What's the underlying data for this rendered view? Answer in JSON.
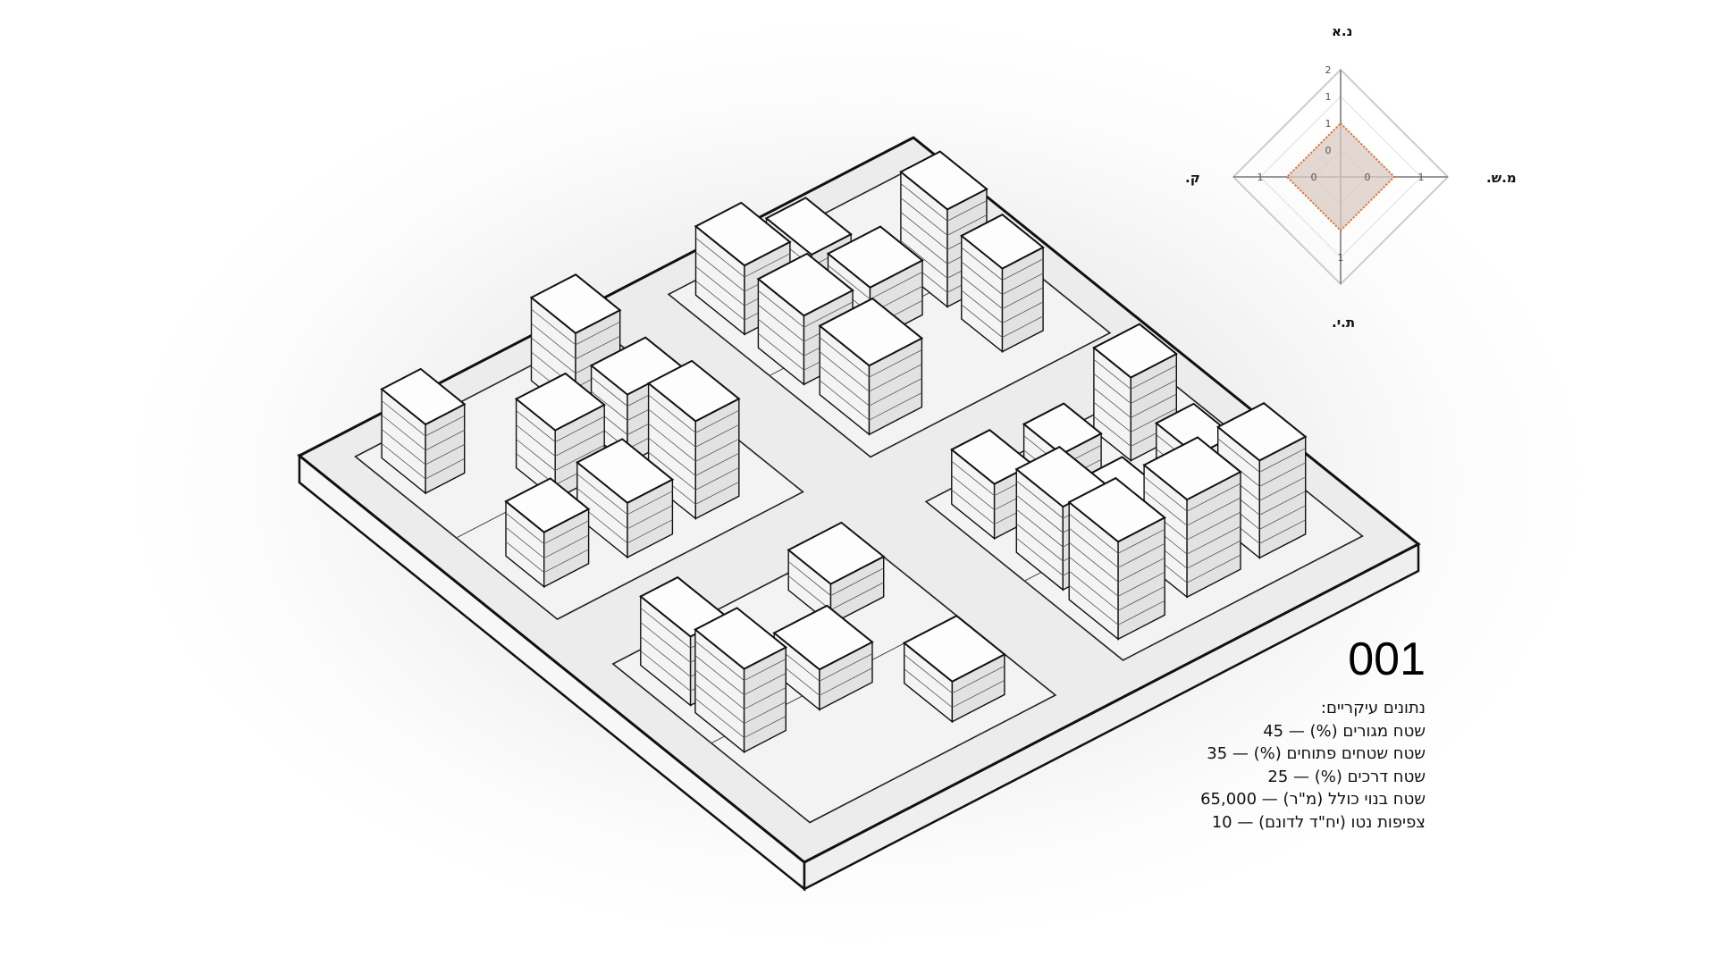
{
  "plan_id": "001",
  "stats": {
    "heading": "נתונים עיקריים:",
    "rows": [
      "שטח מגורים (%) — 45",
      "שטח שטחים פתוחים (%) — 35",
      "שטח דרכים (%) — 25",
      "שטח בנוי כולל (מ\"ר) — 65,000",
      "צפיפות נטו (יח\"ד לדונם) — 10"
    ]
  },
  "chart_data": {
    "type": "radar",
    "axes": [
      "נ.א",
      "מ.ש.",
      "ת.י.",
      "ק."
    ],
    "values": [
      1,
      1,
      1,
      1
    ],
    "range": [
      0,
      2
    ],
    "rings": [
      0.5,
      1,
      1.5,
      2
    ],
    "tick_labels": {
      "top": [
        "0",
        "1",
        "1",
        "2"
      ],
      "right": [
        "0",
        "1"
      ],
      "bottom": [
        "1"
      ],
      "left": [
        "0",
        "1"
      ]
    },
    "colors": {
      "fill": "#d9c9c2",
      "line": "#e0702a",
      "grid": "#cfcfcf",
      "axis": "#8a8a8a"
    }
  }
}
